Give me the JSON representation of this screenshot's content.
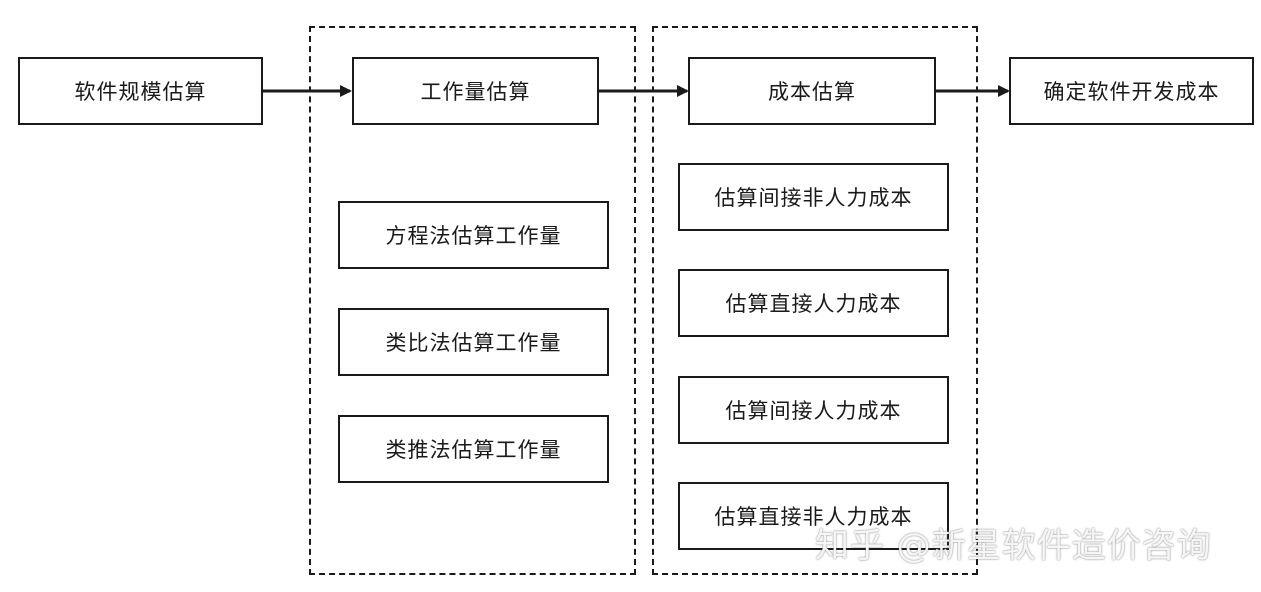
{
  "nodes": {
    "software_size_estimation": "软件规模估算",
    "workload_estimation": "工作量估算",
    "cost_estimation": "成本估算",
    "determine_cost": "确定软件开发成本"
  },
  "workload_methods": [
    "方程法估算工作量",
    "类比法估算工作量",
    "类推法估算工作量"
  ],
  "cost_items": [
    "估算间接非人力成本",
    "估算直接人力成本",
    "估算间接人力成本",
    "估算直接非人力成本"
  ],
  "watermark": "知乎 @新星软件造价咨询"
}
